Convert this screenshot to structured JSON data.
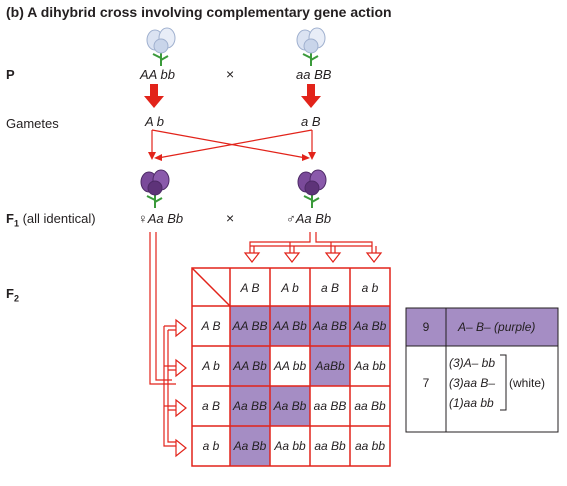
{
  "title": "(b) A dihybrid cross involving complementary gene action",
  "labels": {
    "p": "P",
    "gametes": "Gametes",
    "f1_main": "F",
    "f1_sub": "1",
    "f1_note": "(all identical)",
    "f2_main": "F",
    "f2_sub": "2"
  },
  "parents": {
    "left": "AA bb",
    "right": "aa BB",
    "cross_symbol": "×"
  },
  "gametes": {
    "left": "A b",
    "right": "a B"
  },
  "f1": {
    "female_symbol": "♀",
    "female_genotype": "Aa Bb",
    "male_symbol": "♂",
    "male_genotype": "Aa Bb",
    "cross_symbol": "×"
  },
  "punnett": {
    "col_headers": [
      "A B",
      "A b",
      "a B",
      "a b"
    ],
    "row_headers": [
      "A B",
      "A b",
      "a B",
      "a b"
    ],
    "cells": [
      [
        "AA BB",
        "AA Bb",
        "Aa BB",
        "Aa Bb"
      ],
      [
        "AA Bb",
        "AA bb",
        "AaBb",
        "Aa bb"
      ],
      [
        "Aa BB",
        "Aa Bb",
        "aa BB",
        "aa Bb"
      ],
      [
        "Aa Bb",
        "Aa bb",
        "aa Bb",
        "aa bb"
      ]
    ],
    "purple": [
      [
        true,
        true,
        true,
        true
      ],
      [
        true,
        false,
        true,
        false
      ],
      [
        true,
        true,
        false,
        false
      ],
      [
        true,
        false,
        false,
        false
      ]
    ]
  },
  "ratio": {
    "purple_count": "9",
    "purple_label": "A– B– (purple)",
    "white_count": "7",
    "white_lines": [
      "(3)A– bb",
      "(3)aa B–",
      "(1)aa bb"
    ],
    "white_label": "(white)"
  },
  "colors": {
    "purple_fill": "#a58dc4",
    "red": "#e2231a",
    "flower_white": "#dbe3f2",
    "flower_purple": "#6f3f8f"
  },
  "icons": [
    "white-flower-icon",
    "purple-flower-icon",
    "down-arrow-icon",
    "female-symbol-icon",
    "male-symbol-icon"
  ]
}
